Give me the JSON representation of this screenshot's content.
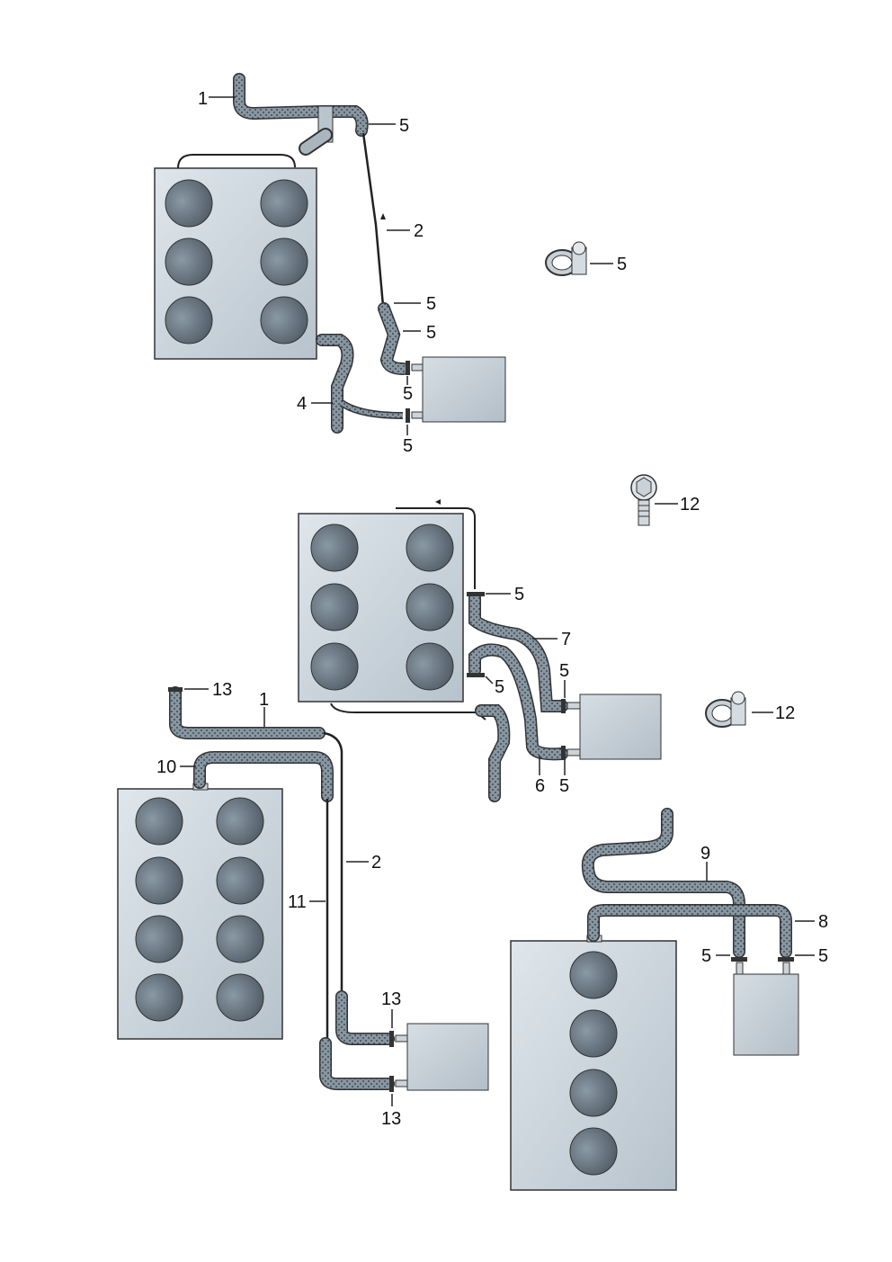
{
  "callouts": {
    "top_1": "1",
    "top_2": "2",
    "top_4": "4",
    "top_5_pipe": "5",
    "top_5_clamp": "5",
    "top_5_upper_hose": "5",
    "top_5_lower_hose": "5",
    "top_5_heater_a": "5",
    "top_5_heater_b": "5",
    "mid_12_bolt": "12",
    "mid_12_clamp": "12",
    "mid_5_a": "5",
    "mid_5_b": "5",
    "mid_5_c": "5",
    "mid_5_d": "5",
    "mid_7": "7",
    "mid_6": "6",
    "bot_13_top": "13",
    "bot_1": "1",
    "bot_10": "10",
    "bot_2": "2",
    "bot_11": "11",
    "bot_13_a": "13",
    "bot_13_b": "13",
    "r_9": "9",
    "r_8": "8",
    "r_5_left": "5",
    "r_5_right": "5"
  },
  "colors": {
    "block_fill": "#cbd5dd",
    "cylinder": "#5e6c77",
    "hose": "#7f8e99",
    "line": "#222222"
  }
}
